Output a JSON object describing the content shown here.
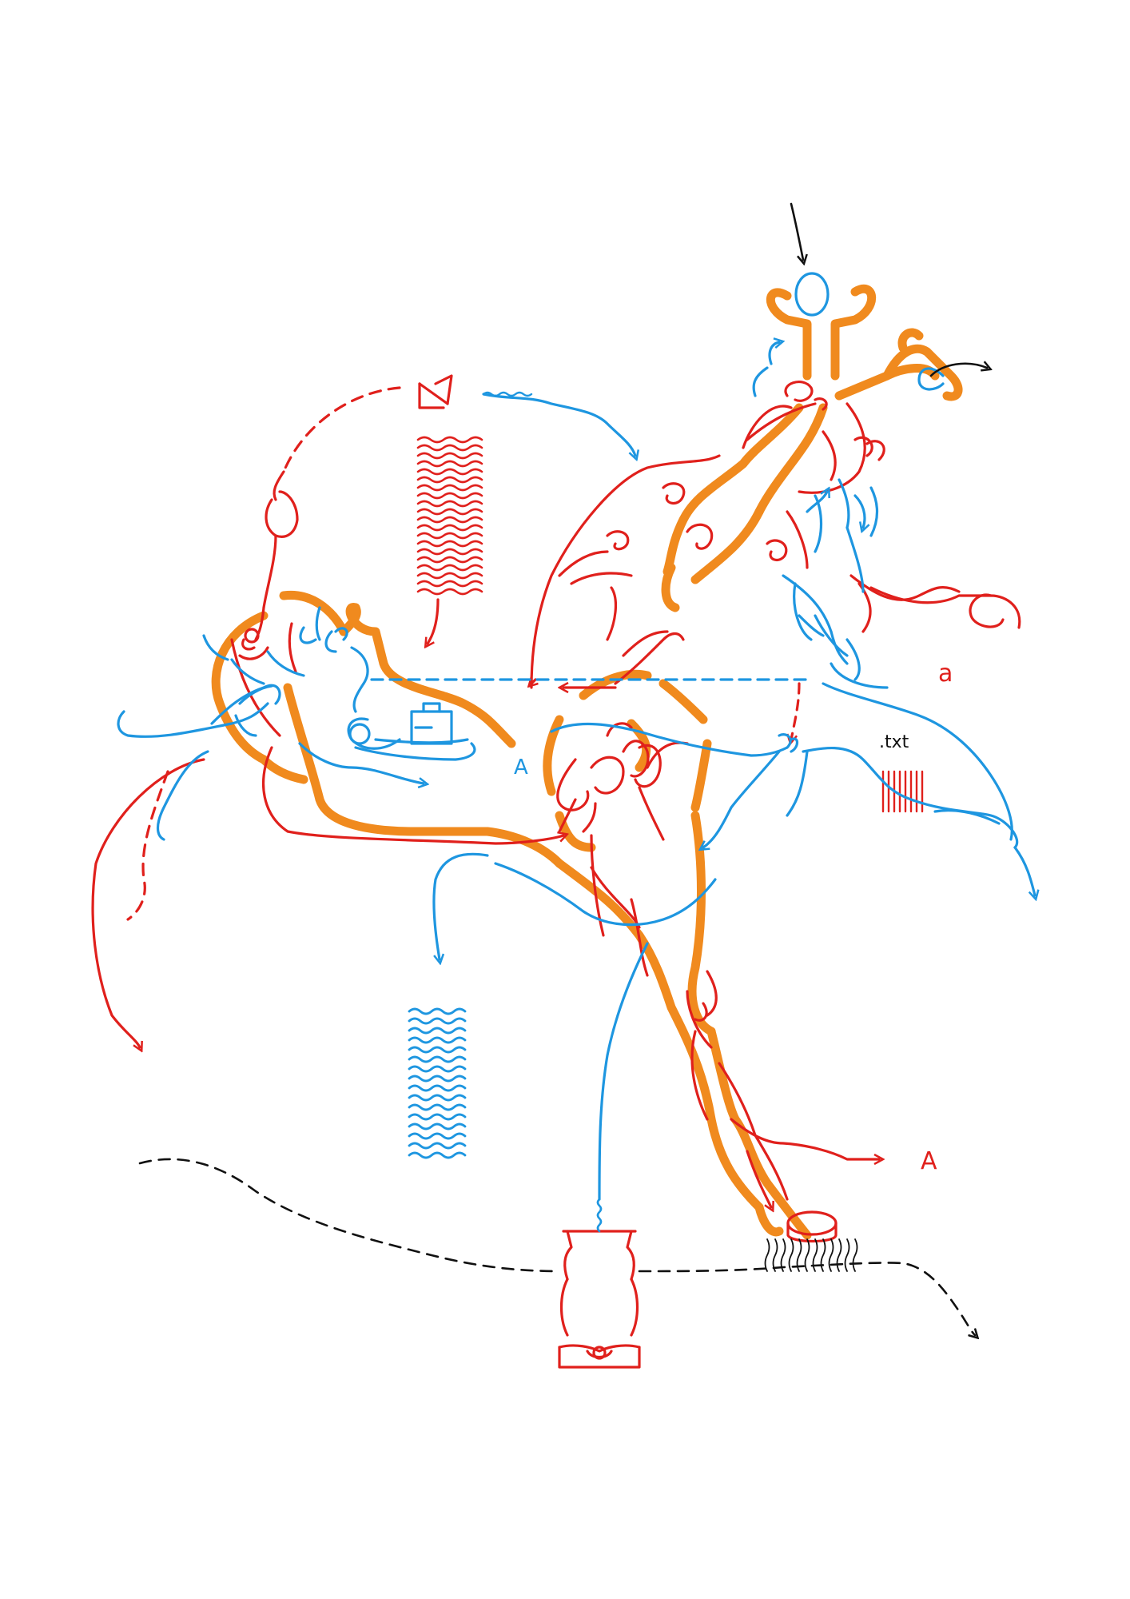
{
  "labels": {
    "blue_a": "A",
    "red_a_small": "a",
    "red_a_big": "A",
    "txt": ".txt"
  },
  "colors": {
    "orange": "#f08a1e",
    "red": "#e0201c",
    "blue": "#1e96e0",
    "black": "#111111",
    "paper": "#ffffff"
  }
}
